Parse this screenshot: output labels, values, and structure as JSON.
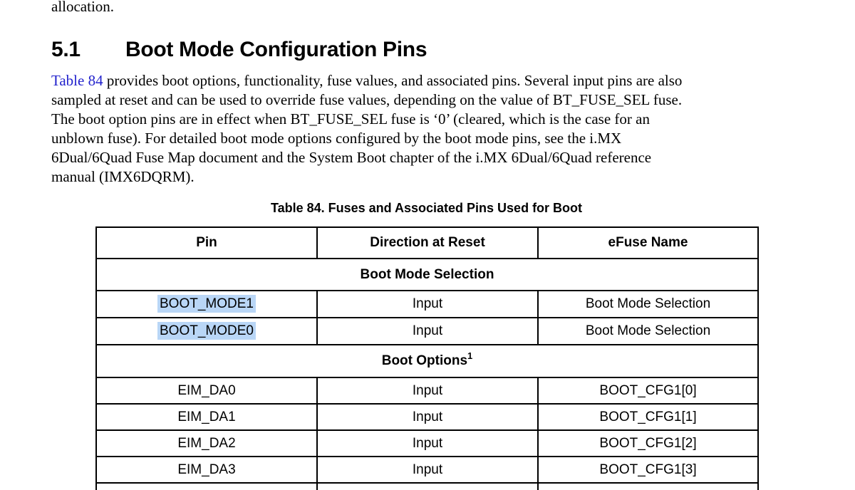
{
  "colors": {
    "background": "#ffffff",
    "text": "#000000",
    "border": "#000000",
    "link": "#2222cc",
    "highlight": "#b9d6f6"
  },
  "leading_text": "allocation.",
  "section": {
    "number": "5.1",
    "title": "Boot Mode Configuration Pins"
  },
  "intro": {
    "link_text": "Table 84",
    "line1_rest": " provides boot options, functionality, fuse values, and associated pins. Several input pins are also",
    "lines": [
      "sampled at reset and can be used to override fuse values, depending on the value of BT_FUSE_SEL fuse.",
      "The boot option pins are in effect when BT_FUSE_SEL fuse is ‘0’ (cleared, which is the case for an",
      "unblown fuse). For detailed boot mode options configured by the boot mode pins, see the i.MX",
      "6Dual/6Quad Fuse Map document and the System Boot chapter of the i.MX 6Dual/6Quad reference",
      "manual (IMX6DQRM)."
    ]
  },
  "table": {
    "caption": "Table 84. Fuses and Associated Pins Used for Boot",
    "headers": {
      "pin": "Pin",
      "direction": "Direction at Reset",
      "efuse": "eFuse Name"
    },
    "sections": [
      {
        "title": "Boot Mode Selection",
        "title_sup": "",
        "rows": [
          {
            "pin": "BOOT_MODE1",
            "direction": "Input",
            "efuse": "Boot Mode Selection",
            "highlighted": true
          },
          {
            "pin": "BOOT_MODE0",
            "direction": "Input",
            "efuse": "Boot Mode Selection",
            "highlighted": true
          }
        ]
      },
      {
        "title": "Boot Options",
        "title_sup": "1",
        "rows": [
          {
            "pin": "EIM_DA0",
            "direction": "Input",
            "efuse": "BOOT_CFG1[0]",
            "highlighted": false
          },
          {
            "pin": "EIM_DA1",
            "direction": "Input",
            "efuse": "BOOT_CFG1[1]",
            "highlighted": false
          },
          {
            "pin": "EIM_DA2",
            "direction": "Input",
            "efuse": "BOOT_CFG1[2]",
            "highlighted": false
          },
          {
            "pin": "EIM_DA3",
            "direction": "Input",
            "efuse": "BOOT_CFG1[3]",
            "highlighted": false
          }
        ]
      }
    ]
  }
}
